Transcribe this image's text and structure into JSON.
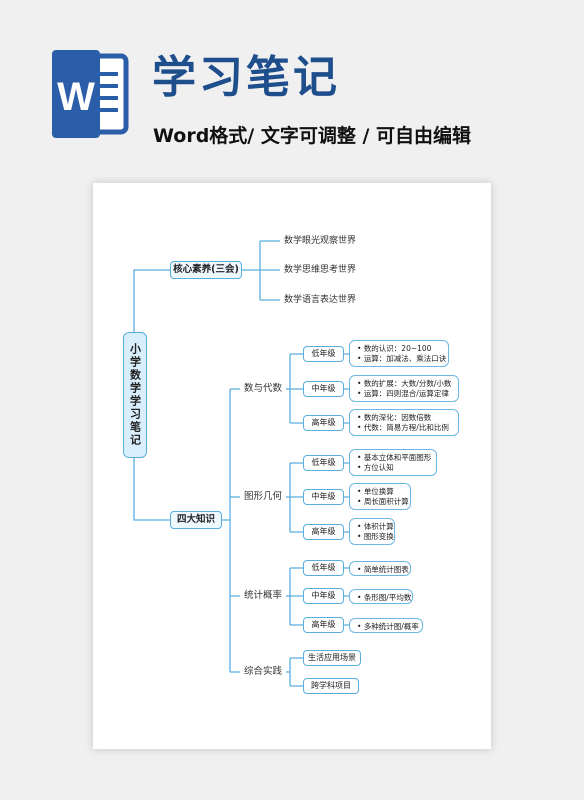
{
  "header": {
    "title": "学习笔记",
    "subtitle": "Word格式/ 文字可调整 / 可自由编辑",
    "icon_letter": "W",
    "brand_color": "#1f4e8c"
  },
  "mindmap": {
    "root": "小学数学学习笔记",
    "core": {
      "label": "核心素养(三会)",
      "items": [
        "数学眼光观察世界",
        "数学思维思考世界",
        "数学语言表达世界"
      ]
    },
    "four": {
      "label": "四大知识",
      "numbers": {
        "label": "数与代数",
        "low": {
          "grade": "低年级",
          "points": [
            "数的认识：20~100",
            "运算：加减法、乘法口诀"
          ]
        },
        "mid": {
          "grade": "中年级",
          "points": [
            "数的扩展：大数/分数/小数",
            "运算：四则混合/运算定律"
          ]
        },
        "high": {
          "grade": "高年级",
          "points": [
            "数的深化：因数倍数",
            "代数：简易方程/比和比例"
          ]
        }
      },
      "geometry": {
        "label": "图形几何",
        "low": {
          "grade": "低年级",
          "points": [
            "基本立体和平面图形",
            "方位认知"
          ]
        },
        "mid": {
          "grade": "中年级",
          "points": [
            "单位换算",
            "周长面积计算"
          ]
        },
        "high": {
          "grade": "高年级",
          "points": [
            "体积计算",
            "图形变换"
          ]
        }
      },
      "stats": {
        "label": "统计概率",
        "low": {
          "grade": "低年级",
          "points": [
            "简单统计图表"
          ]
        },
        "mid": {
          "grade": "中年级",
          "points": [
            "条形图/平均数"
          ]
        },
        "high": {
          "grade": "高年级",
          "points": [
            "多种统计图/概率"
          ]
        }
      },
      "practice": {
        "label": "综合实践",
        "items": [
          "生活应用场景",
          "跨学科项目"
        ]
      }
    },
    "line_color": "#5aaede"
  }
}
